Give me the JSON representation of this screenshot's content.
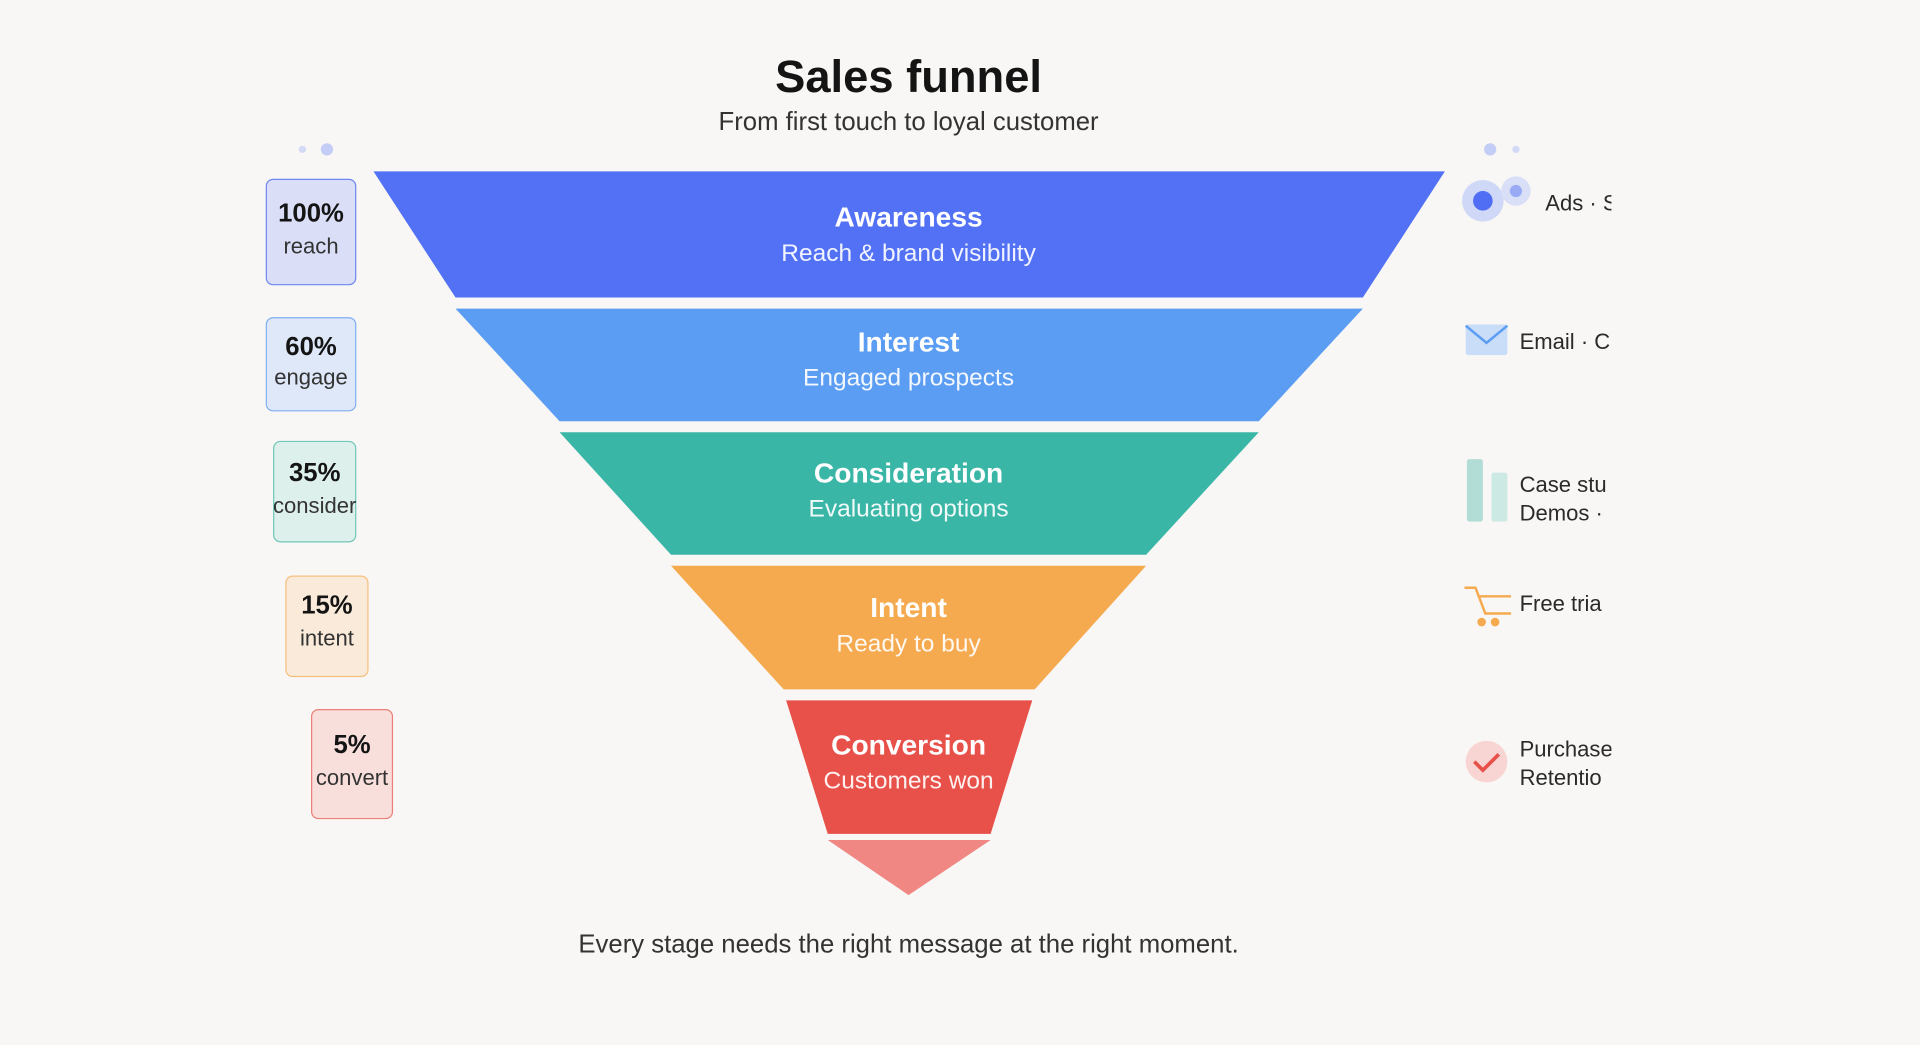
{
  "title": "Sales funnel",
  "subtitle": "From first touch to loyal customer",
  "footer": "Every stage needs the right message at the right moment.",
  "stages": [
    {
      "name": "Awareness",
      "desc": "Reach & brand visibility",
      "color": "#5271f5"
    },
    {
      "name": "Interest",
      "desc": "Engaged prospects",
      "color": "#5b9df3"
    },
    {
      "name": "Consideration",
      "desc": "Evaluating options",
      "color": "#3ab6a7"
    },
    {
      "name": "Intent",
      "desc": "Ready to buy",
      "color": "#f6aa4f"
    },
    {
      "name": "Conversion",
      "desc": "Customers won",
      "color": "#e8504a"
    }
  ],
  "tip_color": "#f08782",
  "badges": [
    {
      "pct": "100%",
      "word": "reach"
    },
    {
      "pct": "60%",
      "word": "engage"
    },
    {
      "pct": "35%",
      "word": "consider"
    },
    {
      "pct": "15%",
      "word": "intent"
    },
    {
      "pct": "5%",
      "word": "convert"
    }
  ],
  "channels": [
    {
      "icon": "target-icon",
      "lines": [
        "Ads · S"
      ]
    },
    {
      "icon": "envelope-icon",
      "lines": [
        "Email · C"
      ]
    },
    {
      "icon": "bar-chart-icon",
      "lines": [
        "Case stu",
        "Demos ·"
      ]
    },
    {
      "icon": "cart-icon",
      "lines": [
        "Free tria"
      ]
    },
    {
      "icon": "check-icon",
      "lines": [
        "Purchase",
        "Retentio"
      ]
    }
  ]
}
